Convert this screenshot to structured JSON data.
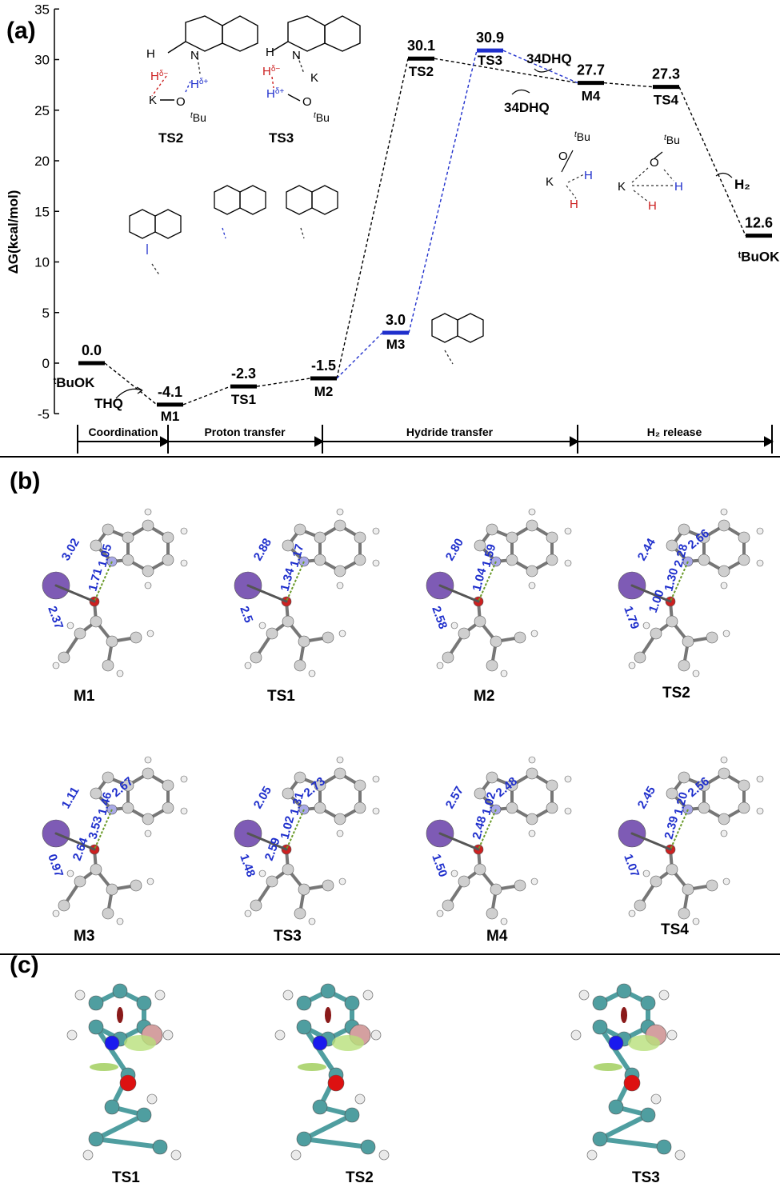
{
  "panels": {
    "a": "(a)",
    "b": "(b)",
    "c": "(c)"
  },
  "chart_data": {
    "type": "line",
    "ylabel": "ΔG(kcal/mol)",
    "ylim": [
      -5,
      35
    ],
    "yticks": [
      -5,
      0,
      5,
      10,
      15,
      20,
      25,
      30,
      35
    ],
    "levels": [
      {
        "id": "tBuOK",
        "name": "ᵗBuOK",
        "value": 0.0,
        "label": "0.0",
        "color": "#000000"
      },
      {
        "id": "M1",
        "name": "M1",
        "value": -4.1,
        "label": "-4.1",
        "color": "#000000"
      },
      {
        "id": "TS1",
        "name": "TS1",
        "value": -2.3,
        "label": "-2.3",
        "color": "#000000"
      },
      {
        "id": "M2",
        "name": "M2",
        "value": -1.5,
        "label": "-1.5",
        "color": "#000000"
      },
      {
        "id": "M3",
        "name": "M3",
        "value": 3.0,
        "label": "3.0",
        "color": "#1f2fcc"
      },
      {
        "id": "TS2",
        "name": "TS2",
        "value": 30.1,
        "label": "30.1",
        "color": "#000000"
      },
      {
        "id": "TS3",
        "name": "TS3",
        "value": 30.9,
        "label": "30.9",
        "color": "#1f2fcc"
      },
      {
        "id": "M4",
        "name": "M4",
        "value": 27.7,
        "label": "27.7",
        "color": "#000000"
      },
      {
        "id": "TS4",
        "name": "TS4",
        "value": 27.3,
        "label": "27.3",
        "color": "#000000"
      },
      {
        "id": "final",
        "name": "ᵗBuOK",
        "value": 12.6,
        "label": "12.6",
        "color": "#000000"
      }
    ],
    "paths": [
      {
        "from": "tBuOK",
        "to": "M1",
        "color": "#000000"
      },
      {
        "from": "M1",
        "to": "TS1",
        "color": "#000000"
      },
      {
        "from": "TS1",
        "to": "M2",
        "color": "#000000"
      },
      {
        "from": "M2",
        "to": "TS2",
        "color": "#000000"
      },
      {
        "from": "TS2",
        "to": "M4",
        "color": "#000000"
      },
      {
        "from": "M4",
        "to": "TS4",
        "color": "#000000"
      },
      {
        "from": "TS4",
        "to": "final",
        "color": "#000000"
      },
      {
        "from": "M2",
        "to": "M3",
        "color": "#1f2fcc"
      },
      {
        "from": "M3",
        "to": "TS3",
        "color": "#1f2fcc"
      },
      {
        "from": "TS3",
        "to": "M4",
        "color": "#1f2fcc"
      }
    ],
    "annotations": {
      "thq": "THQ",
      "dhq1": "34DHQ",
      "dhq2": "34DHQ",
      "h2": "H₂"
    },
    "stages": [
      "Coordination",
      "Proton transfer",
      "Hydride transfer",
      "H₂ release"
    ],
    "inset_labels": {
      "ts2": "TS2",
      "ts3": "TS3"
    }
  },
  "panel_b": {
    "structures": [
      {
        "name": "M1",
        "distances": [
          "3.02",
          "1.05",
          "1.71",
          "2.37"
        ]
      },
      {
        "name": "TS1",
        "distances": [
          "2.88",
          "1.17",
          "1.34",
          "2.5"
        ]
      },
      {
        "name": "M2",
        "distances": [
          "2.80",
          "1.59",
          "1.04",
          "2.58"
        ]
      },
      {
        "name": "TS2",
        "distances": [
          "2.44",
          "2.28",
          "1.30",
          "1.79",
          "2.66",
          "1.00"
        ]
      },
      {
        "name": "M3",
        "distances": [
          "1.11",
          "1.46",
          "3.53",
          "0.97",
          "2.67",
          "2.64"
        ]
      },
      {
        "name": "TS3",
        "distances": [
          "2.05",
          "1.31",
          "1.02",
          "1.48",
          "2.73",
          "2.59"
        ]
      },
      {
        "name": "M4",
        "distances": [
          "2.57",
          "1.02",
          "2.48",
          "1.50",
          "2.48"
        ]
      },
      {
        "name": "TS4",
        "distances": [
          "2.45",
          "1.20",
          "2.39",
          "1.07",
          "2.56"
        ]
      }
    ]
  },
  "panel_c": {
    "structures": [
      "TS1",
      "TS2",
      "TS3"
    ]
  },
  "colors": {
    "blue": "#1f2fcc",
    "red": "#cc1f1f",
    "purple": "#7e5bb5",
    "teal": "#4f9ea0",
    "gray": "#9a9a9a"
  }
}
